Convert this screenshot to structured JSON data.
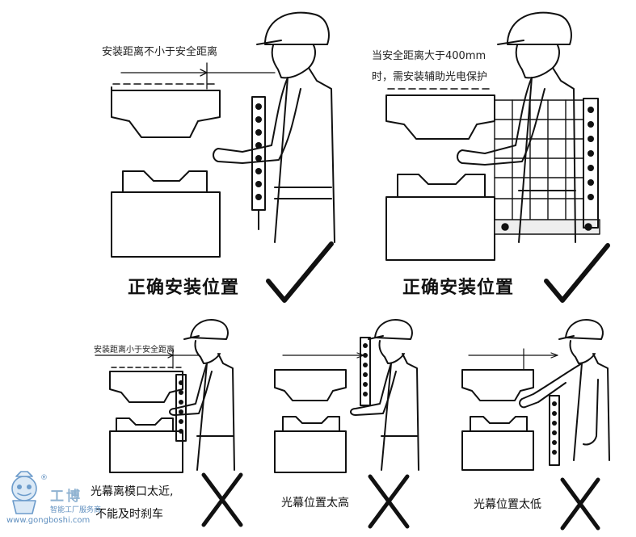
{
  "panels": [
    {
      "note_lines": [
        "安装距离不小于安全距离"
      ],
      "caption": "正确安装位置",
      "mark": "check"
    },
    {
      "note_lines": [
        "当安全距离大于400mm",
        "时，需安装辅助光电保护"
      ],
      "caption": "正确安装位置",
      "mark": "check"
    },
    {
      "note_lines": [
        "安装距离小于安全距离"
      ],
      "caption_lines": [
        "光幕离模口太近,",
        "不能及时刹车"
      ],
      "mark": "cross"
    },
    {
      "note_lines": [],
      "caption": "光幕位置太高",
      "mark": "cross"
    },
    {
      "note_lines": [],
      "caption": "光幕位置太低",
      "mark": "cross"
    }
  ],
  "watermark": {
    "brand": "工博",
    "slogan": "智能工厂服务商",
    "url": "www.gongboshi.com",
    "registered": "®",
    "colors": {
      "brand": "#8fb2d1",
      "text": "#5f8fbf"
    }
  },
  "icons": [
    "worker-figure-icon",
    "press-machine-icon",
    "light-curtain-icon",
    "check-mark-icon",
    "cross-mark-icon",
    "robot-mascot-icon"
  ]
}
